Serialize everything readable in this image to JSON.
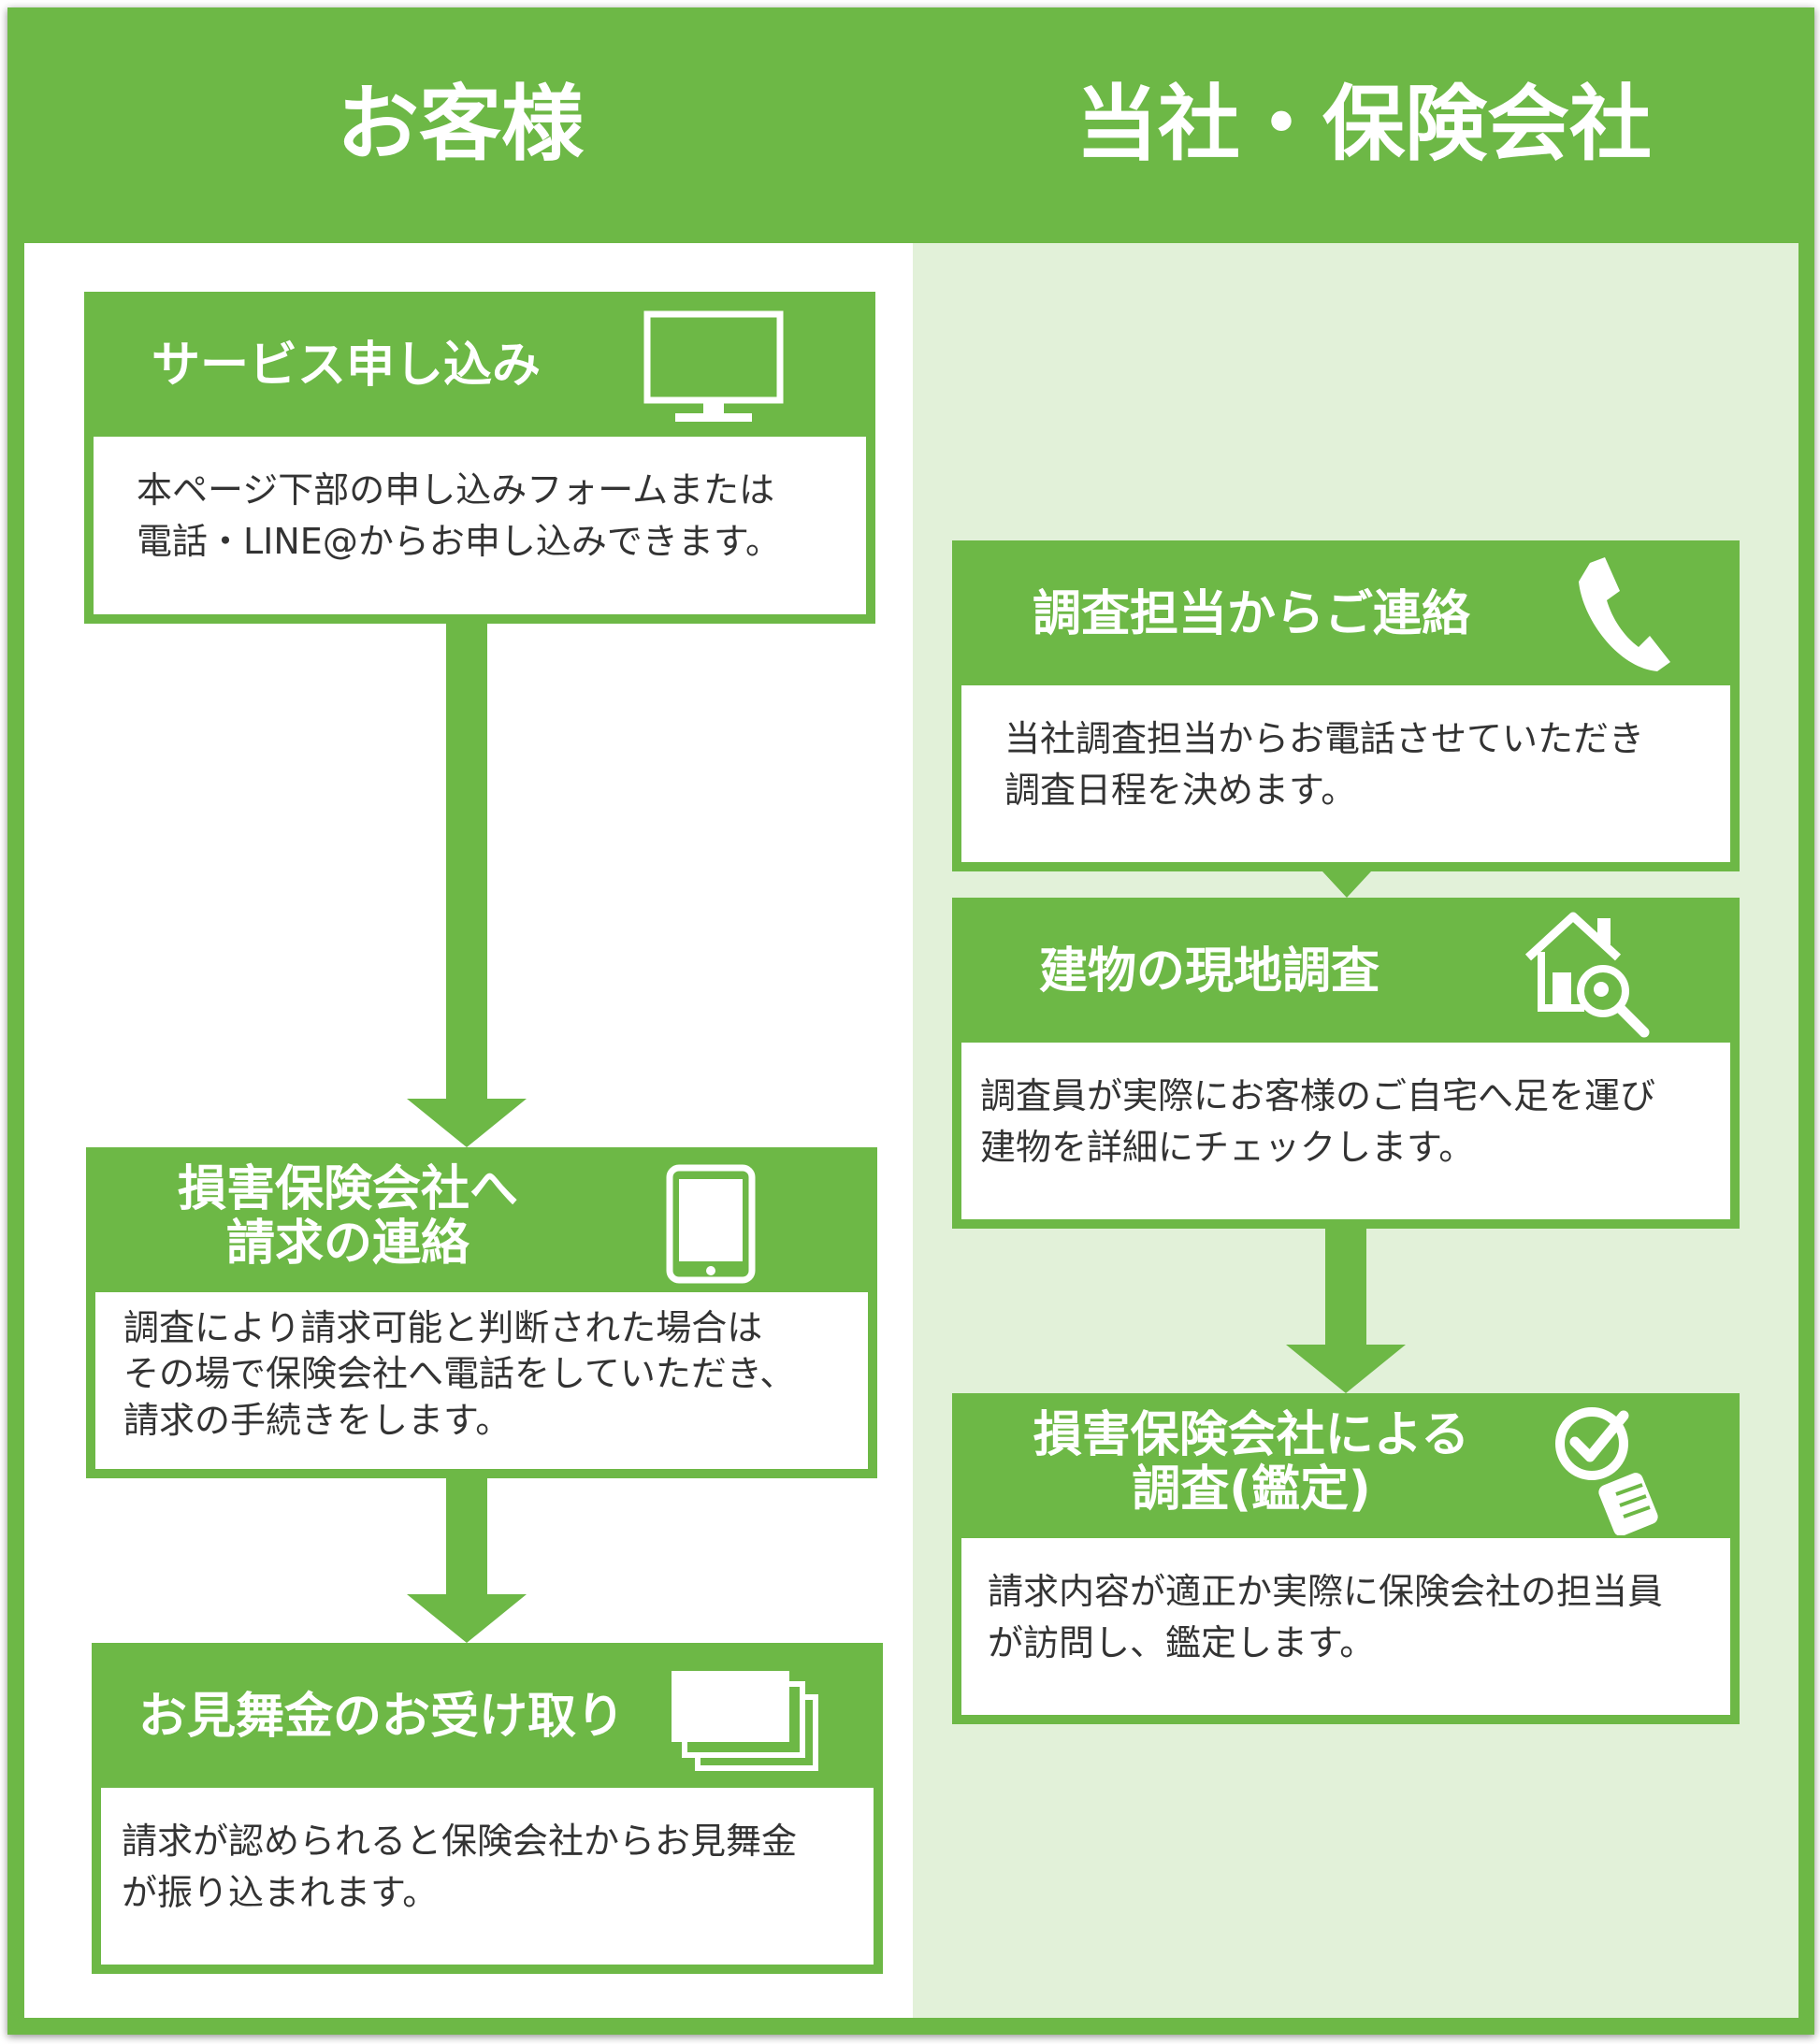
{
  "headers": {
    "left": "お客様",
    "right": "当社・保険会社"
  },
  "steps": {
    "service_apply": {
      "title": "サービス申し込み",
      "body_line1": "本ページ下部の申し込みフォームまたは",
      "body_line2": "電話・LINE@からお申し込みできます。",
      "icon": "monitor-icon"
    },
    "insurance_contact": {
      "title_line1": "損害保険会社へ",
      "title_line2": "請求の連絡",
      "body_line1": "調査により請求可能と判断された場合は",
      "body_line2": "その場で保険会社へ電話をしていただき、",
      "body_line3": "請求の手続きをします。",
      "icon": "tablet-icon"
    },
    "payment_receipt": {
      "title": "お見舞金のお受け取り",
      "body_line1": "請求が認められると保険会社からお見舞金",
      "body_line2": "が振り込まれます。",
      "icon": "money-icon"
    },
    "survey_contact": {
      "title": "調査担当からご連絡",
      "body_line1": "当社調査担当からお電話させていただき",
      "body_line2": "調査日程を決めます。",
      "icon": "phone-icon"
    },
    "site_survey": {
      "title": "建物の現地調査",
      "body_line1": "調査員が実際にお客様のご自宅へ足を運び",
      "body_line2": "建物を詳細にチェックします。",
      "icon": "house-search-icon"
    },
    "appraisal": {
      "title_line1": "損害保険会社による",
      "title_line2": "調査(鑑定)",
      "body_line1": "請求内容が適正か実際に保険会社の担当員",
      "body_line2": "が訪問し、鑑定します。",
      "icon": "check-clipboard-icon"
    }
  },
  "colors": {
    "brand_green": "#6db846",
    "right_column_bg": "#e2f1d9",
    "text": "#333333"
  }
}
